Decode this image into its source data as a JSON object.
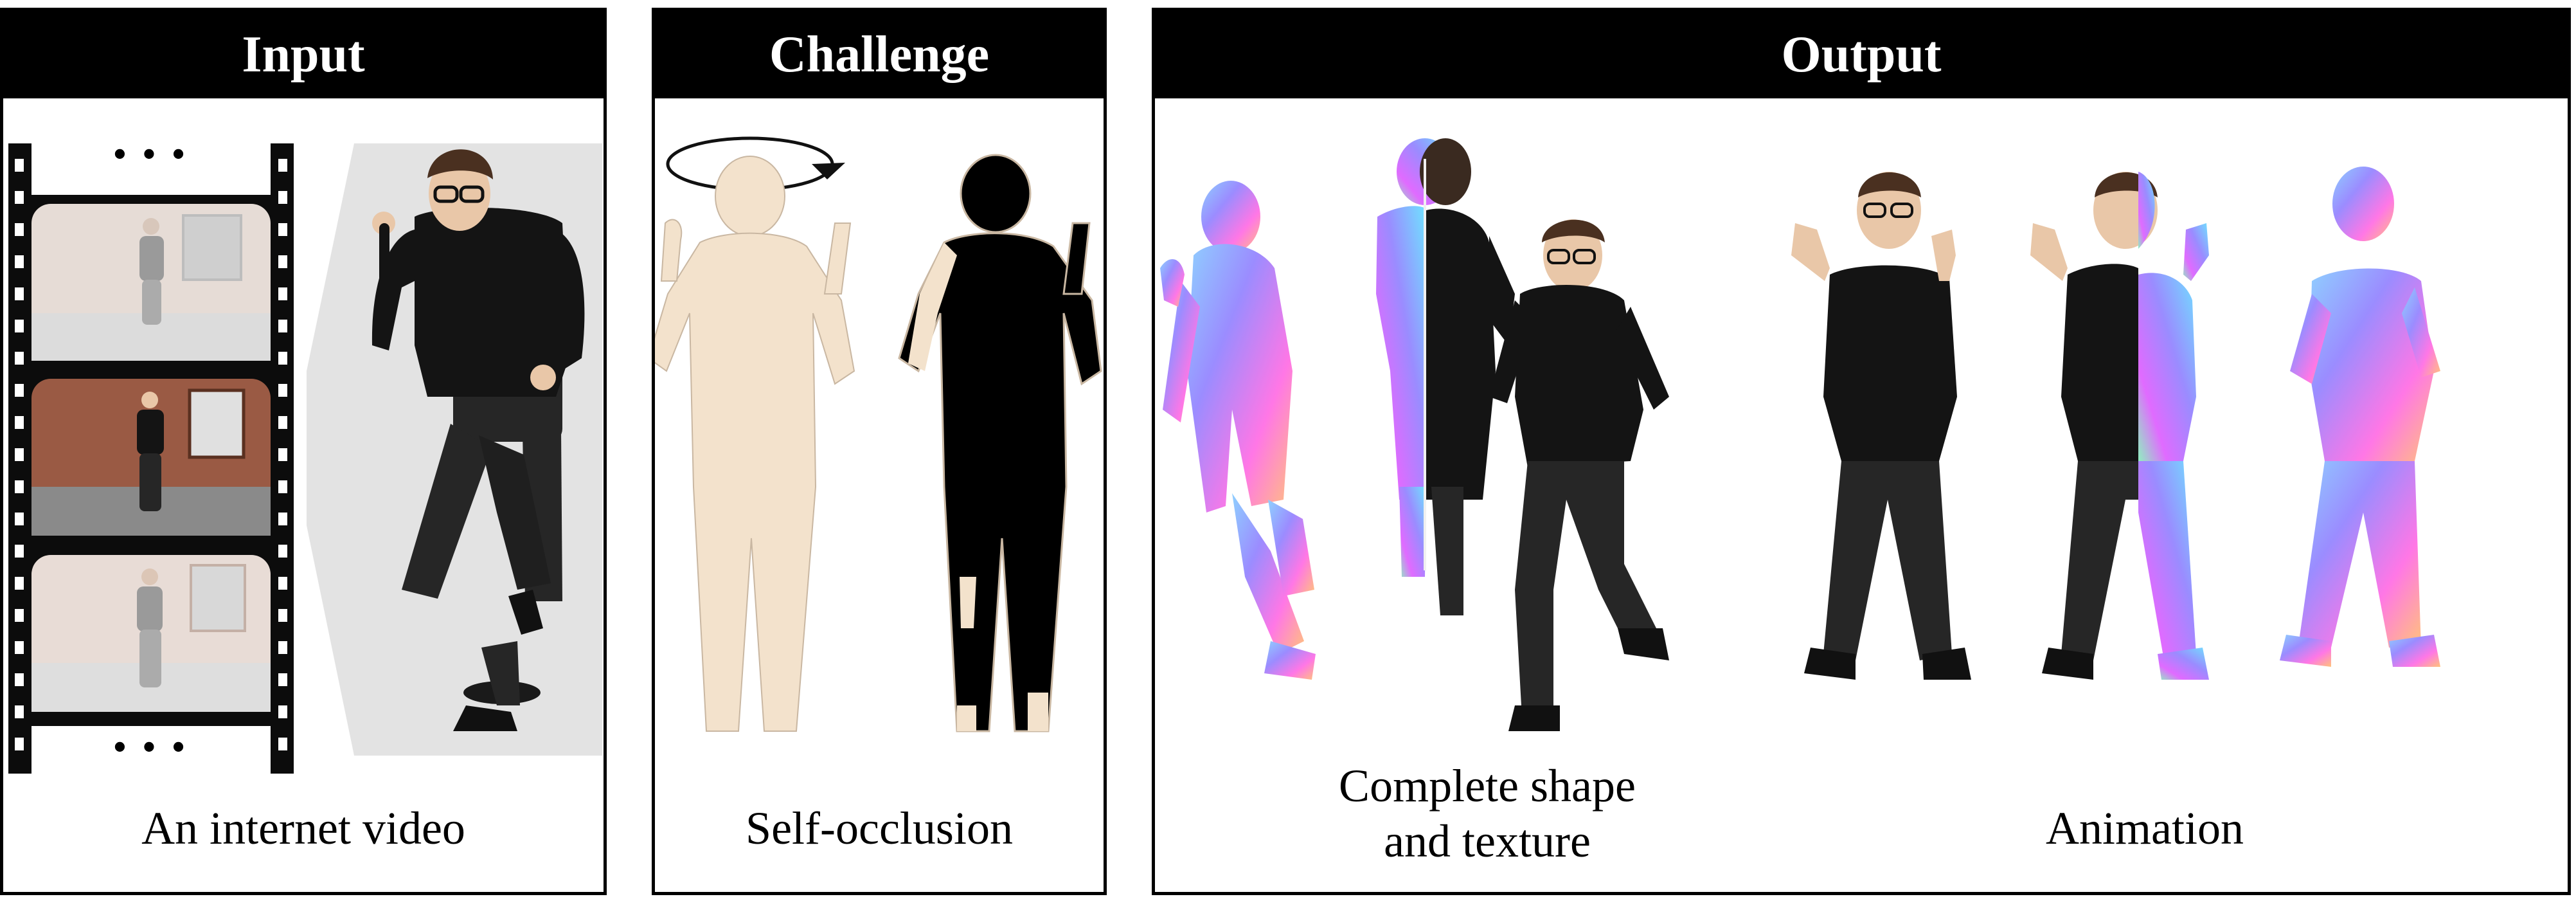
{
  "panels": {
    "input": {
      "title": "Input",
      "caption": "An internet video"
    },
    "challenge": {
      "title": "Challenge",
      "caption": "Self-occlusion"
    },
    "output": {
      "title": "Output",
      "caption_left": "Complete shape and texture",
      "caption_right": "Animation"
    }
  },
  "filmstrip": {
    "ellipsis_top": "• • •",
    "ellipsis_bottom": "• • •"
  },
  "colors": {
    "header_bg": "#000000",
    "header_text": "#ffffff",
    "skin_silhouette": "#f3e2cc",
    "occluded": "#000000",
    "film": "#0c0c0c",
    "shirt": "#141414",
    "pants": "#262626",
    "skin": "#e9c7a8"
  }
}
